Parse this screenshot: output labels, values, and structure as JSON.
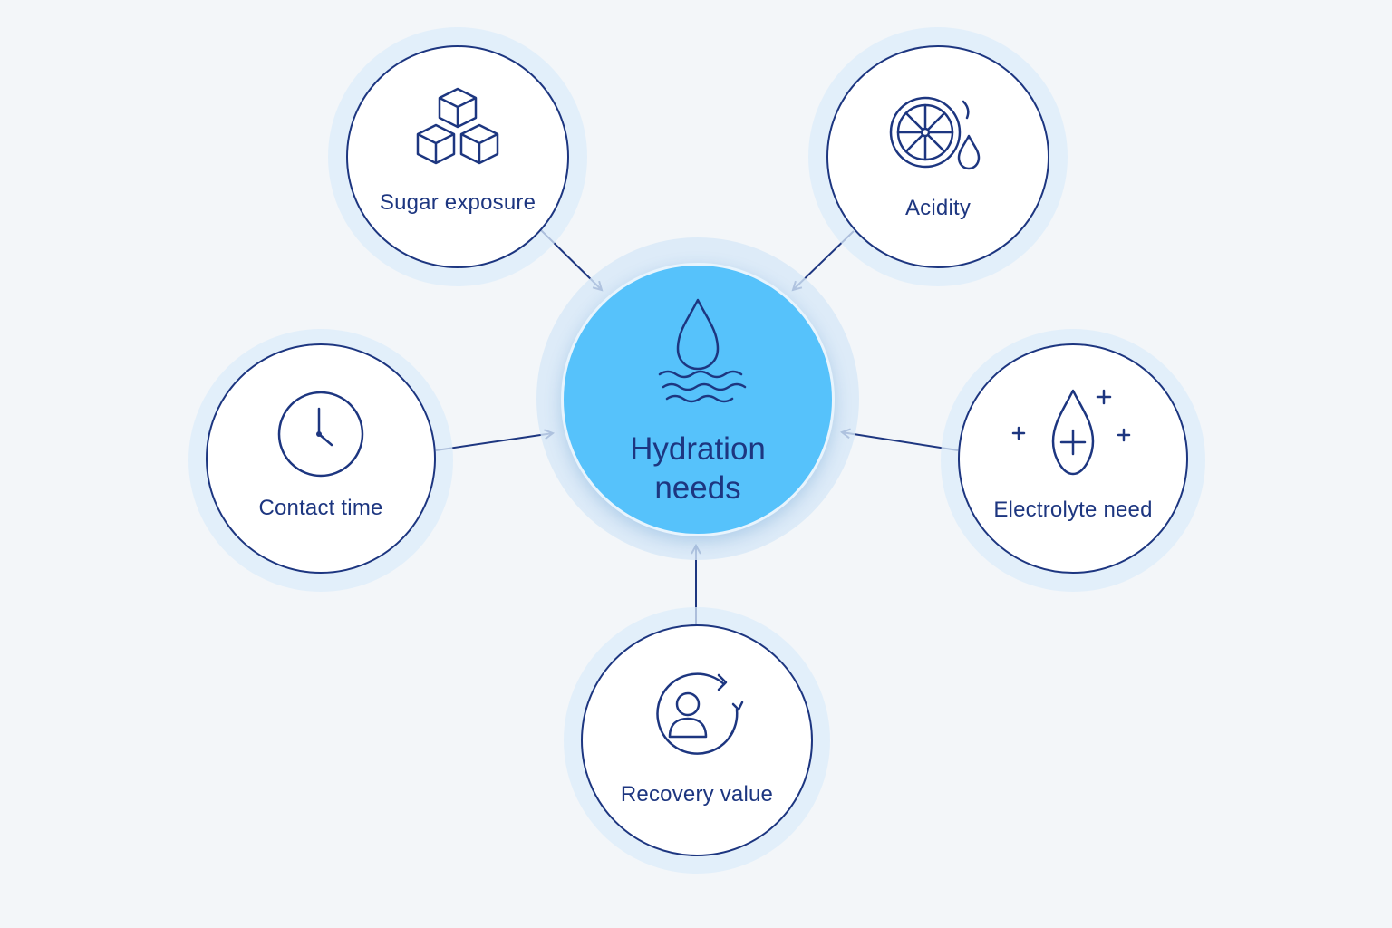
{
  "center": {
    "label_line1": "Hydration",
    "label_line2": "needs",
    "icon": "water-drop-waves-icon",
    "fill_color": "#56c2fb"
  },
  "factors": [
    {
      "label": "Sugar exposure",
      "icon": "sugar-cubes-icon"
    },
    {
      "label": "Acidity",
      "icon": "lemon-drop-icon"
    },
    {
      "label": "Contact time",
      "icon": "clock-icon"
    },
    {
      "label": "Electrolyte need",
      "icon": "drop-plus-icon"
    },
    {
      "label": "Recovery value",
      "icon": "person-cycle-icon"
    }
  ],
  "colors": {
    "ink": "#1d3680",
    "background": "#f3f6f9",
    "halo": "#dcecfa"
  }
}
